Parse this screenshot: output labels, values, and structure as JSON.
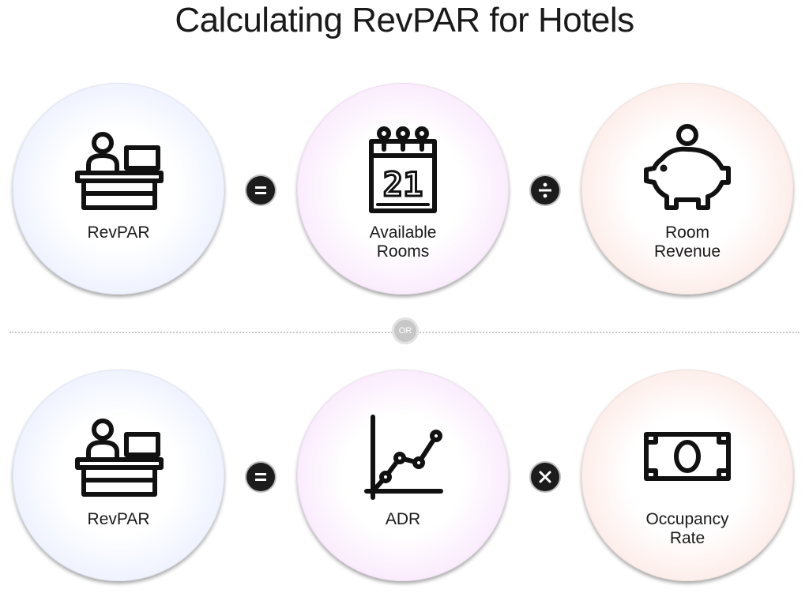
{
  "title": "Calculating RevPAR for Hotels",
  "divider": {
    "label": "OR"
  },
  "formulas": [
    {
      "operands": [
        {
          "label_lines": [
            "RevPAR"
          ],
          "icon": "front-desk-icon"
        },
        {
          "label_lines": [
            "Available",
            "Rooms"
          ],
          "icon": "calendar-icon",
          "calendar_day": "21"
        },
        {
          "label_lines": [
            "Room",
            "Revenue"
          ],
          "icon": "piggy-bank-icon"
        }
      ],
      "operators": [
        {
          "symbol": "=",
          "icon": "equals-icon"
        },
        {
          "symbol": "÷",
          "icon": "divide-icon"
        }
      ]
    },
    {
      "operands": [
        {
          "label_lines": [
            "RevPAR"
          ],
          "icon": "front-desk-icon"
        },
        {
          "label_lines": [
            "ADR"
          ],
          "icon": "line-graph-icon"
        },
        {
          "label_lines": [
            "Occupancy",
            "Rate"
          ],
          "icon": "banknote-icon"
        }
      ],
      "operators": [
        {
          "symbol": "=",
          "icon": "equals-icon"
        },
        {
          "symbol": "×",
          "icon": "multiply-icon"
        }
      ]
    }
  ],
  "colors": {
    "circle_left_tint": "#dfe7ff",
    "circle_mid_tint": "#f6d9fb",
    "circle_right_tint": "#fbddd6",
    "operator_fill": "#1c1c1c",
    "divider": "#c8c8c8"
  }
}
